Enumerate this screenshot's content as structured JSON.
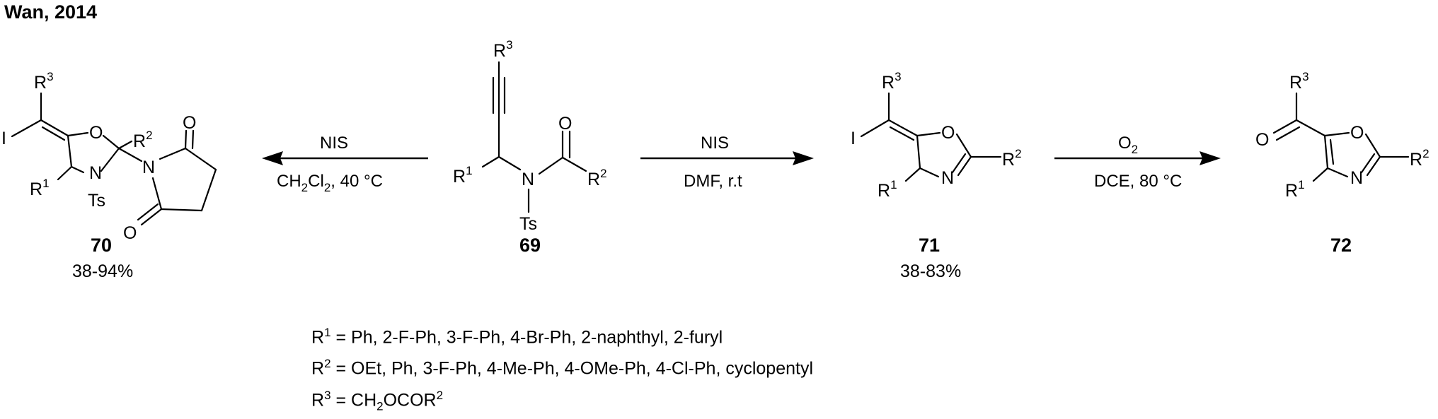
{
  "title": "Wan, 2014",
  "compounds": {
    "c70": {
      "number": "70",
      "yield": "38-94%"
    },
    "c69": {
      "number": "69"
    },
    "c71": {
      "number": "71",
      "yield": "38-83%"
    },
    "c72": {
      "number": "72"
    }
  },
  "atoms": {
    "I": "I",
    "O": "O",
    "N": "N",
    "Ts": "Ts",
    "R": "R",
    "one": "1",
    "two": "2",
    "three": "3"
  },
  "arrows": {
    "left": {
      "above": "NIS",
      "below_a": "CH",
      "below_sub1": "2",
      "below_b": "Cl",
      "below_sub2": "2",
      "below_c": ", 40 °C"
    },
    "middle": {
      "above": "NIS",
      "below": "DMF, r.t"
    },
    "right": {
      "above_a": "O",
      "above_sub": "2",
      "below": "DCE, 80 °C"
    }
  },
  "notes": {
    "r1": {
      "label": "R",
      "sup": "1",
      "text": " = Ph, 2-F-Ph, 3-F-Ph, 4-Br-Ph, 2-naphthyl, 2-furyl"
    },
    "r2": {
      "label": "R",
      "sup": "2",
      "text": " = OEt, Ph, 3-F-Ph, 4-Me-Ph, 4-OMe-Ph, 4-Cl-Ph, cyclopentyl"
    },
    "r3": {
      "label": "R",
      "sup": "3",
      "text_a": " = CH",
      "sub": "2",
      "text_b": "OCOR",
      "sup2": "2"
    }
  }
}
